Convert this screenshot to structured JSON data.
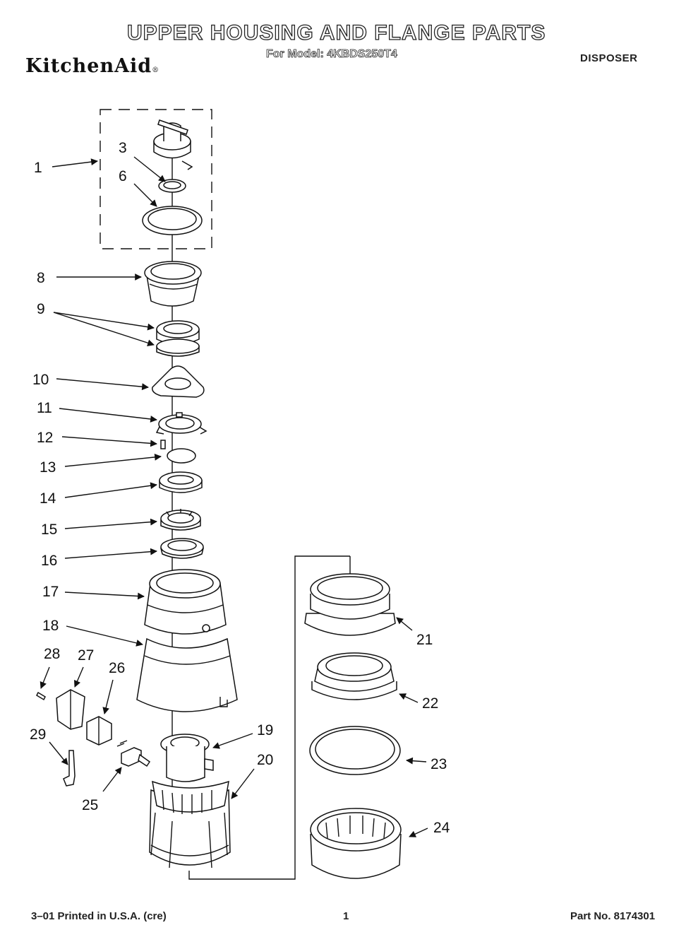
{
  "header": {
    "title": "UPPER HOUSING AND FLANGE PARTS",
    "model": "For Model: 4KBDS250T4",
    "brand": "KitchenAid",
    "brand_mark": "®",
    "category": "DISPOSER"
  },
  "callouts": {
    "c1": "1",
    "c3": "3",
    "c6": "6",
    "c8": "8",
    "c9": "9",
    "c10": "10",
    "c11": "11",
    "c12": "12",
    "c13": "13",
    "c14": "14",
    "c15": "15",
    "c16": "16",
    "c17": "17",
    "c18": "18",
    "c19": "19",
    "c20": "20",
    "c21": "21",
    "c22": "22",
    "c23": "23",
    "c24": "24",
    "c25": "25",
    "c26": "26",
    "c27": "27",
    "c28": "28",
    "c29": "29"
  },
  "footer": {
    "printed": "3–01 Printed in U.S.A. (cre)",
    "page": "1",
    "part_no": "Part No. 8174301"
  }
}
